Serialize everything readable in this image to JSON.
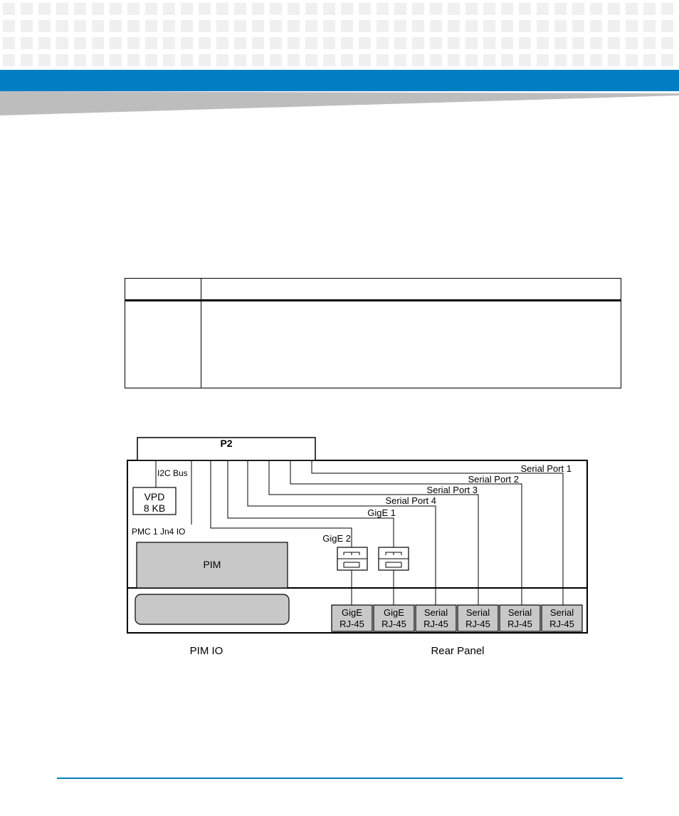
{
  "colors": {
    "brand_blue": "#007ec2",
    "header_gray": "#bdbdbd",
    "pattern_gray": "#f0f0f0",
    "box_fill": "#c8c8c8"
  },
  "table": {
    "headers": [
      "",
      ""
    ],
    "rows": [
      [
        "",
        ""
      ]
    ]
  },
  "diagram": {
    "p2_label": "P2",
    "i2c_label": "I2C Bus",
    "vpd_line1": "VPD",
    "vpd_line2": "8 KB",
    "pmc_label": "PMC 1 Jn4 IO",
    "pim_label": "PIM",
    "serial_labels": [
      "Serial Port 1",
      "Serial Port 2",
      "Serial Port 3",
      "Serial Port 4"
    ],
    "gige1_label": "GigE 1",
    "gige2_label": "GigE 2",
    "rear_ports": [
      {
        "line1": "GigE",
        "line2": "RJ-45"
      },
      {
        "line1": "GigE",
        "line2": "RJ-45"
      },
      {
        "line1": "Serial",
        "line2": "RJ-45"
      },
      {
        "line1": "Serial",
        "line2": "RJ-45"
      },
      {
        "line1": "Serial",
        "line2": "RJ-45"
      },
      {
        "line1": "Serial",
        "line2": "RJ-45"
      }
    ],
    "pim_io_label": "PIM IO",
    "rear_panel_label": "Rear Panel"
  }
}
